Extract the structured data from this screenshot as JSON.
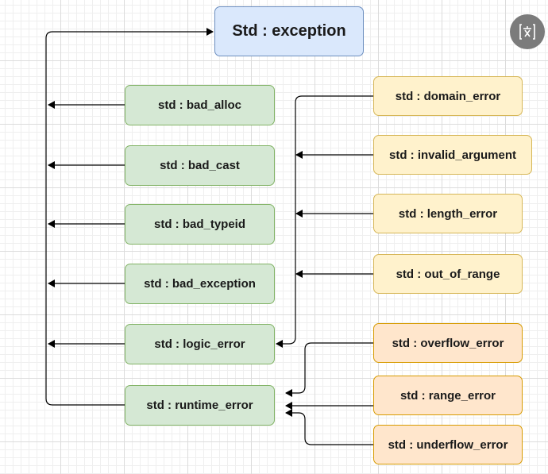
{
  "diagram": {
    "root": "Std : exception",
    "left_nodes": [
      "std : bad_alloc",
      "std : bad_cast",
      "std : bad_typeid",
      "std : bad_exception",
      "std : logic_error",
      "std : runtime_error"
    ],
    "logic_children": [
      "std : domain_error",
      "std : invalid_argument",
      "std : length_error",
      "std : out_of_range"
    ],
    "runtime_children": [
      "std : overflow_error",
      "std : range_error",
      "std : underflow_error"
    ]
  },
  "overlay": {
    "icon": "translate-icon"
  },
  "colors": {
    "root_fill": "#dae8fc",
    "root_stroke": "#6c8ebf",
    "green_fill": "#d5e8d4",
    "green_stroke": "#82b366",
    "yellow_fill": "#fff2cc",
    "yellow_stroke": "#d6b656",
    "orange_fill": "#ffe6cc",
    "orange_stroke": "#d79b00",
    "edge": "#000000"
  }
}
